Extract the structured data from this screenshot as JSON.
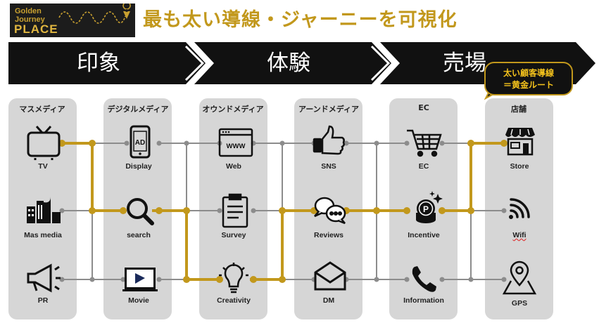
{
  "logo": {
    "line1": "Golden",
    "line2": "Journey",
    "line3": "PLACE"
  },
  "title": "最も太い導線・ジャーニーを可視化",
  "stages": [
    "印象",
    "体験",
    "売場"
  ],
  "callout": {
    "line1": "太い顧客導線",
    "line2": "＝黄金ルート"
  },
  "columns": [
    {
      "header": "マスメディア",
      "items": [
        "TV",
        "Mas media",
        "PR"
      ]
    },
    {
      "header": "デジタルメディア",
      "items": [
        "Display",
        "search",
        "Movie"
      ]
    },
    {
      "header": "オウンドメディア",
      "items": [
        "Web",
        "Survey",
        "Creativity"
      ]
    },
    {
      "header": "アーンドメディア",
      "items": [
        "SNS",
        "Reviews",
        "DM"
      ]
    },
    {
      "header": "EC",
      "items": [
        "EC",
        "Incentive",
        "Information"
      ]
    },
    {
      "header": "店舗",
      "items": [
        "Store",
        "Wifi",
        "GPS"
      ]
    }
  ],
  "icon_text": {
    "ad": "AD",
    "www": "WWW"
  },
  "icons": [
    "tv-icon",
    "buildings-icon",
    "megaphone-icon",
    "smartphone-ad-icon",
    "magnifier-icon",
    "video-player-icon",
    "browser-www-icon",
    "clipboard-icon",
    "lightbulb-icon",
    "thumbs-up-icon",
    "chat-bubbles-icon",
    "envelope-icon",
    "shopping-cart-icon",
    "coin-stack-icon",
    "phone-icon",
    "storefront-icon",
    "wifi-icon",
    "map-pin-icon"
  ],
  "colors": {
    "gold": "#c2981c",
    "dark": "#111111",
    "column_bg": "#d6d6d6",
    "connector": "#8c8c8c"
  }
}
